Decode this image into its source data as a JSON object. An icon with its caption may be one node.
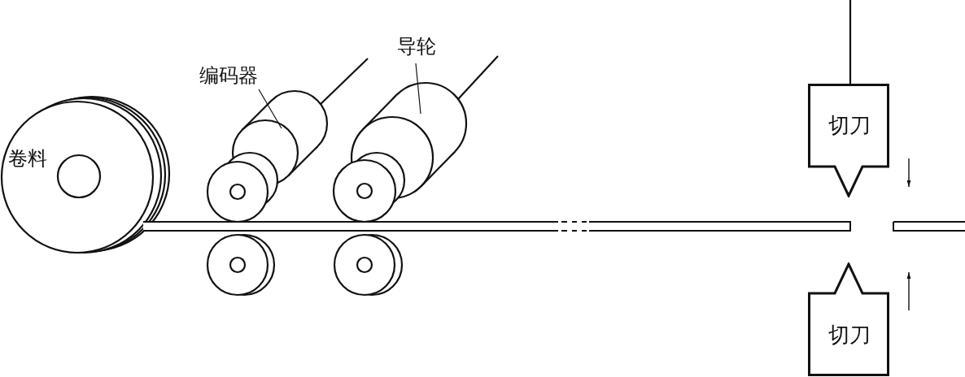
{
  "diagram": {
    "nodes": [
      {
        "text": [
          "编码器"
        ]
      },
      {
        "text": [],
        "shape": "cylinder"
      },
      {
        "text": [
          "导轮"
        ]
      },
      {
        "text": [],
        "shape": "cylinder"
      },
      {
        "text": [
          "切刀"
        ]
      },
      {
        "text": [
          "切刀"
        ]
      }
    ],
    "edges": [
      {
        "from": 0,
        "to": 1,
        "arrow": "none"
      },
      {
        "from": 2,
        "to": 3,
        "arrow": "none"
      }
    ],
    "labels": [
      "卷料"
    ]
  }
}
